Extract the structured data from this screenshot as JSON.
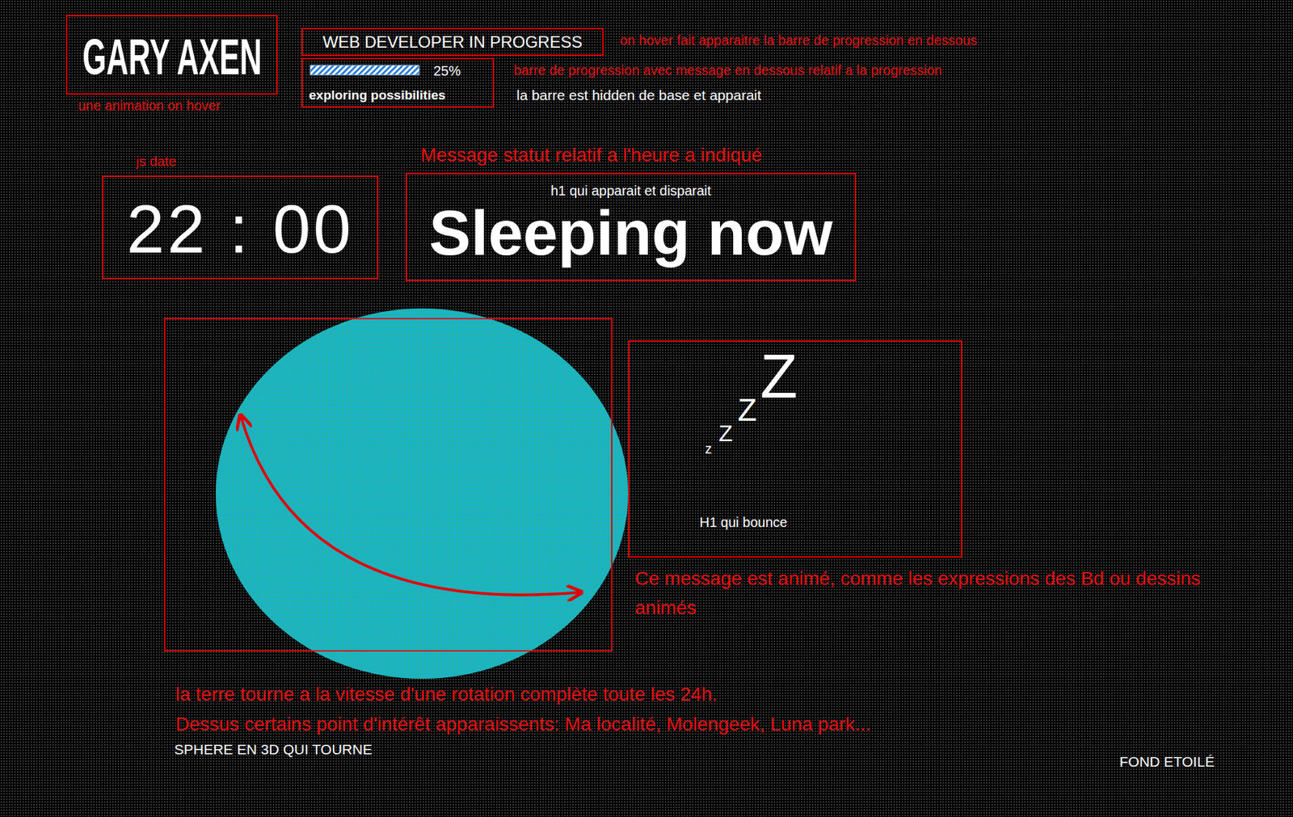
{
  "diagram": {
    "nodes": [
      {
        "text": [
          "GARY AXEN"
        ]
      },
      {
        "text": [
          "WEB DEVELOPER IN PROGRESS"
        ]
      },
      {
        "text": [
          "25%",
          "exploring possibilities"
        ]
      },
      {
        "text": [
          "22 : 00"
        ]
      },
      {
        "text": [
          "h1 qui apparait et disparait",
          "Sleeping now"
        ]
      },
      {
        "text": [
          "z",
          "Z",
          "Z",
          "Z",
          "H1 qui bounce"
        ]
      }
    ],
    "labels": [
      "une animation on hover",
      "on hover fait apparaitre la barre de progression en dessous",
      "barre de progression avec message en dessous relatif a la progression",
      "la barre est hidden de base et apparait",
      "js date",
      "Message statut relatif a l'heure a indiqué",
      "Ce message est animé, comme les expressions des Bd ou dessins animés",
      "la terre tourne a la vitesse d'une rotation complète toute les 24h.",
      "Dessus certains point d'intérêt apparaissents: Ma localité, Molengeek, Luna park...",
      "SPHERE EN 3D QUI TOURNE",
      "FOND ETOILÉ"
    ]
  }
}
